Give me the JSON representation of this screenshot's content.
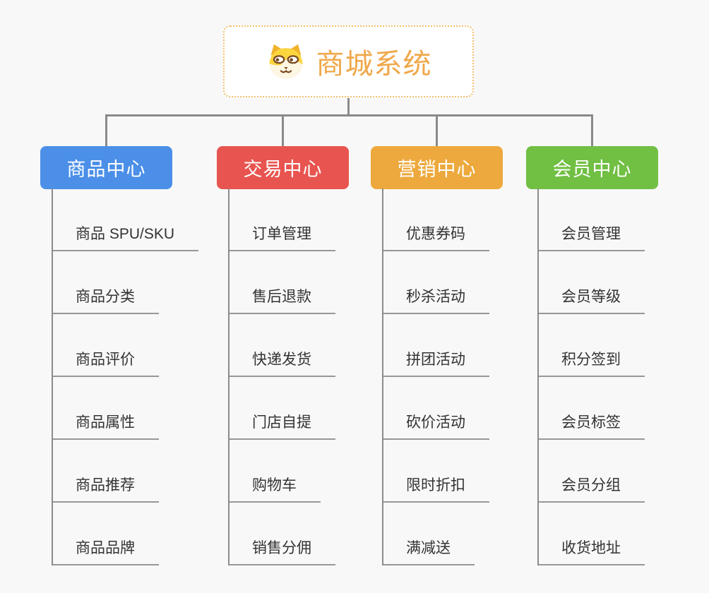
{
  "diagram": {
    "type": "mindmap-org-chart",
    "root": {
      "title": "商城系统",
      "icon": "shiba-dog-icon",
      "accent_color": "#f0a84a",
      "border_color": "#f6c06b"
    },
    "connector_color": "#8a8a8a",
    "branches": [
      {
        "label": "商品中心",
        "color": "#4b8fe8",
        "items": [
          "商品 SPU/SKU",
          "商品分类",
          "商品评价",
          "商品属性",
          "商品推荐",
          "商品品牌"
        ]
      },
      {
        "label": "交易中心",
        "color": "#e8544f",
        "items": [
          "订单管理",
          "售后退款",
          "快递发货",
          "门店自提",
          "购物车",
          "销售分佣"
        ]
      },
      {
        "label": "营销中心",
        "color": "#eda93d",
        "items": [
          "优惠券码",
          "秒杀活动",
          "拼团活动",
          "砍价活动",
          "限时折扣",
          "满减送"
        ]
      },
      {
        "label": "会员中心",
        "color": "#71bf43",
        "items": [
          "会员管理",
          "会员等级",
          "积分签到",
          "会员标签",
          "会员分组",
          "收货地址"
        ]
      }
    ]
  }
}
